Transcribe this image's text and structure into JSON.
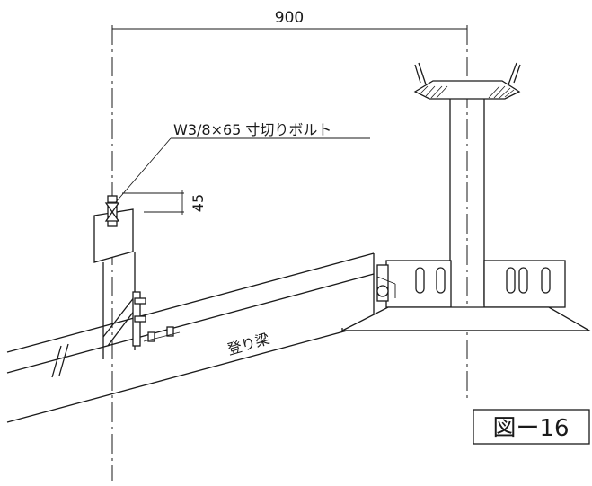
{
  "dimension_top": "900",
  "dimension_side": "45",
  "bolt_callout": "W3/8×65 寸切りボルト",
  "beam_label": "登り梁",
  "figure_label": "図ー16"
}
